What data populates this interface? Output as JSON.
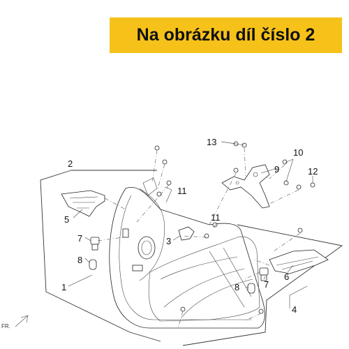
{
  "banner": {
    "text": "Na obrázku díl číslo 2",
    "color": "#f6c21a"
  },
  "callouts": [
    "1",
    "2",
    "3",
    "4",
    "5",
    "6",
    "7",
    "7",
    "8",
    "8",
    "9",
    "10",
    "11",
    "11",
    "12",
    "13"
  ],
  "direction_marker": "FR."
}
